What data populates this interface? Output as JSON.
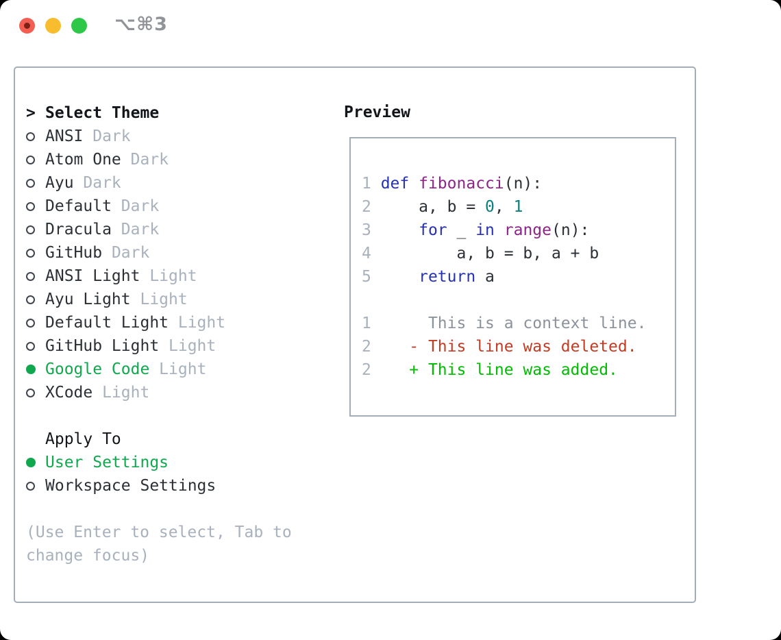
{
  "window": {
    "title": "⌥⌘3"
  },
  "theme_selector": {
    "header": {
      "prompt": ">",
      "label": "Select Theme"
    },
    "items": [
      {
        "name": "ANSI",
        "variant": "Dark",
        "selected": false
      },
      {
        "name": "Atom One",
        "variant": "Dark",
        "selected": false
      },
      {
        "name": "Ayu",
        "variant": "Dark",
        "selected": false
      },
      {
        "name": "Default",
        "variant": "Dark",
        "selected": false
      },
      {
        "name": "Dracula",
        "variant": "Dark",
        "selected": false
      },
      {
        "name": "GitHub",
        "variant": "Dark",
        "selected": false
      },
      {
        "name": "ANSI Light",
        "variant": "Light",
        "selected": false
      },
      {
        "name": "Ayu Light",
        "variant": "Light",
        "selected": false
      },
      {
        "name": "Default Light",
        "variant": "Light",
        "selected": false
      },
      {
        "name": "GitHub Light",
        "variant": "Light",
        "selected": false
      },
      {
        "name": "Google Code",
        "variant": "Light",
        "selected": true
      },
      {
        "name": "XCode",
        "variant": "Light",
        "selected": false
      }
    ]
  },
  "apply_to": {
    "label": "Apply To",
    "options": [
      {
        "name": "User Settings",
        "selected": true
      },
      {
        "name": "Workspace Settings",
        "selected": false
      }
    ]
  },
  "help_text": "(Use Enter to select, Tab to change focus)",
  "preview": {
    "label": "Preview",
    "code_lines": [
      {
        "num": "1",
        "segments": [
          {
            "t": "def",
            "c": "kw"
          },
          {
            "t": " ",
            "c": "plain"
          },
          {
            "t": "fibonacci",
            "c": "fn"
          },
          {
            "t": "(n):",
            "c": "plain"
          }
        ]
      },
      {
        "num": "2",
        "segments": [
          {
            "t": "    a, b = ",
            "c": "plain"
          },
          {
            "t": "0",
            "c": "num"
          },
          {
            "t": ", ",
            "c": "plain"
          },
          {
            "t": "1",
            "c": "num"
          }
        ]
      },
      {
        "num": "3",
        "segments": [
          {
            "t": "    ",
            "c": "plain"
          },
          {
            "t": "for",
            "c": "kw"
          },
          {
            "t": " _ ",
            "c": "plain"
          },
          {
            "t": "in",
            "c": "kw"
          },
          {
            "t": " ",
            "c": "plain"
          },
          {
            "t": "range",
            "c": "fn"
          },
          {
            "t": "(n):",
            "c": "plain"
          }
        ]
      },
      {
        "num": "4",
        "segments": [
          {
            "t": "        a, b = b, a + b",
            "c": "plain"
          }
        ]
      },
      {
        "num": "5",
        "segments": [
          {
            "t": "    ",
            "c": "plain"
          },
          {
            "t": "return",
            "c": "kw"
          },
          {
            "t": " a",
            "c": "plain"
          }
        ]
      }
    ],
    "diff_lines": [
      {
        "num": "1",
        "segments": [
          {
            "t": "     This is a context line.",
            "c": "ctx"
          }
        ]
      },
      {
        "num": "2",
        "segments": [
          {
            "t": "   ",
            "c": "plain"
          },
          {
            "t": "- This line was deleted.",
            "c": "del"
          }
        ]
      },
      {
        "num": "2",
        "segments": [
          {
            "t": "   ",
            "c": "plain"
          },
          {
            "t": "+ This line was added.",
            "c": "add"
          }
        ]
      }
    ]
  },
  "colors": {
    "text_primary": "#2b3036",
    "text_strong": "#121519",
    "text_muted": "#a8b1bc",
    "ring": "#3f454c",
    "border": "#a4aeb9",
    "accent_green": "#10a84e",
    "syntax_keyword": "#2731b4",
    "syntax_function": "#8e2488",
    "syntax_number": "#0b7e7e",
    "diff_deleted": "#c23b22",
    "diff_added": "#00bb00",
    "diff_context": "#8b929b",
    "traffic_red": "#f25e51",
    "traffic_yellow": "#f7bd2f",
    "traffic_green": "#2ec748"
  }
}
